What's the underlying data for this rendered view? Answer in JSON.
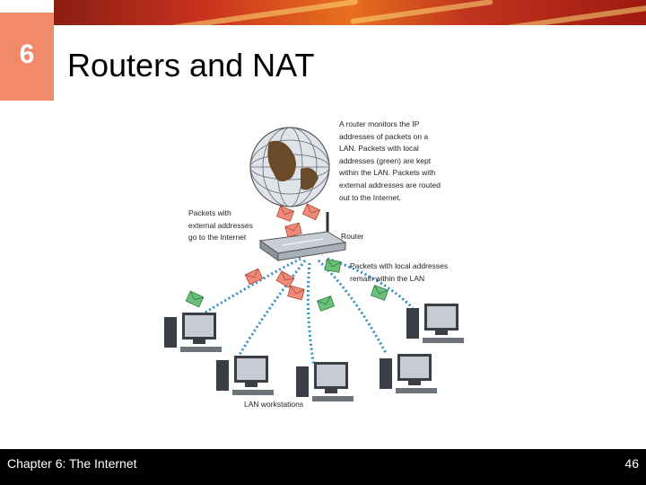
{
  "header": {
    "chapter_number": "6",
    "title": "Routers and NAT"
  },
  "diagram": {
    "router_caption": "A router monitors the IP\naddresses of packets on a\nLAN. Packets with local\naddresses (green) are kept\nwithin the LAN. Packets with\nexternal addresses are routed\nout to the Internet.",
    "external_packets_label": "Packets with\nexternal addresses\ngo to the Internet",
    "router_label": "Router",
    "local_packets_label": "Packets with local addresses\nremain within the LAN",
    "workstations_label": "LAN workstations",
    "icons": [
      "globe-icon",
      "router-icon",
      "envelope-icon",
      "workstation-icon"
    ],
    "colors": {
      "external_packet": "#f08a78",
      "local_packet": "#6cc07a",
      "connection": "#2e8fc4"
    }
  },
  "footer": {
    "left": "Chapter 6: The Internet",
    "right": "46"
  }
}
